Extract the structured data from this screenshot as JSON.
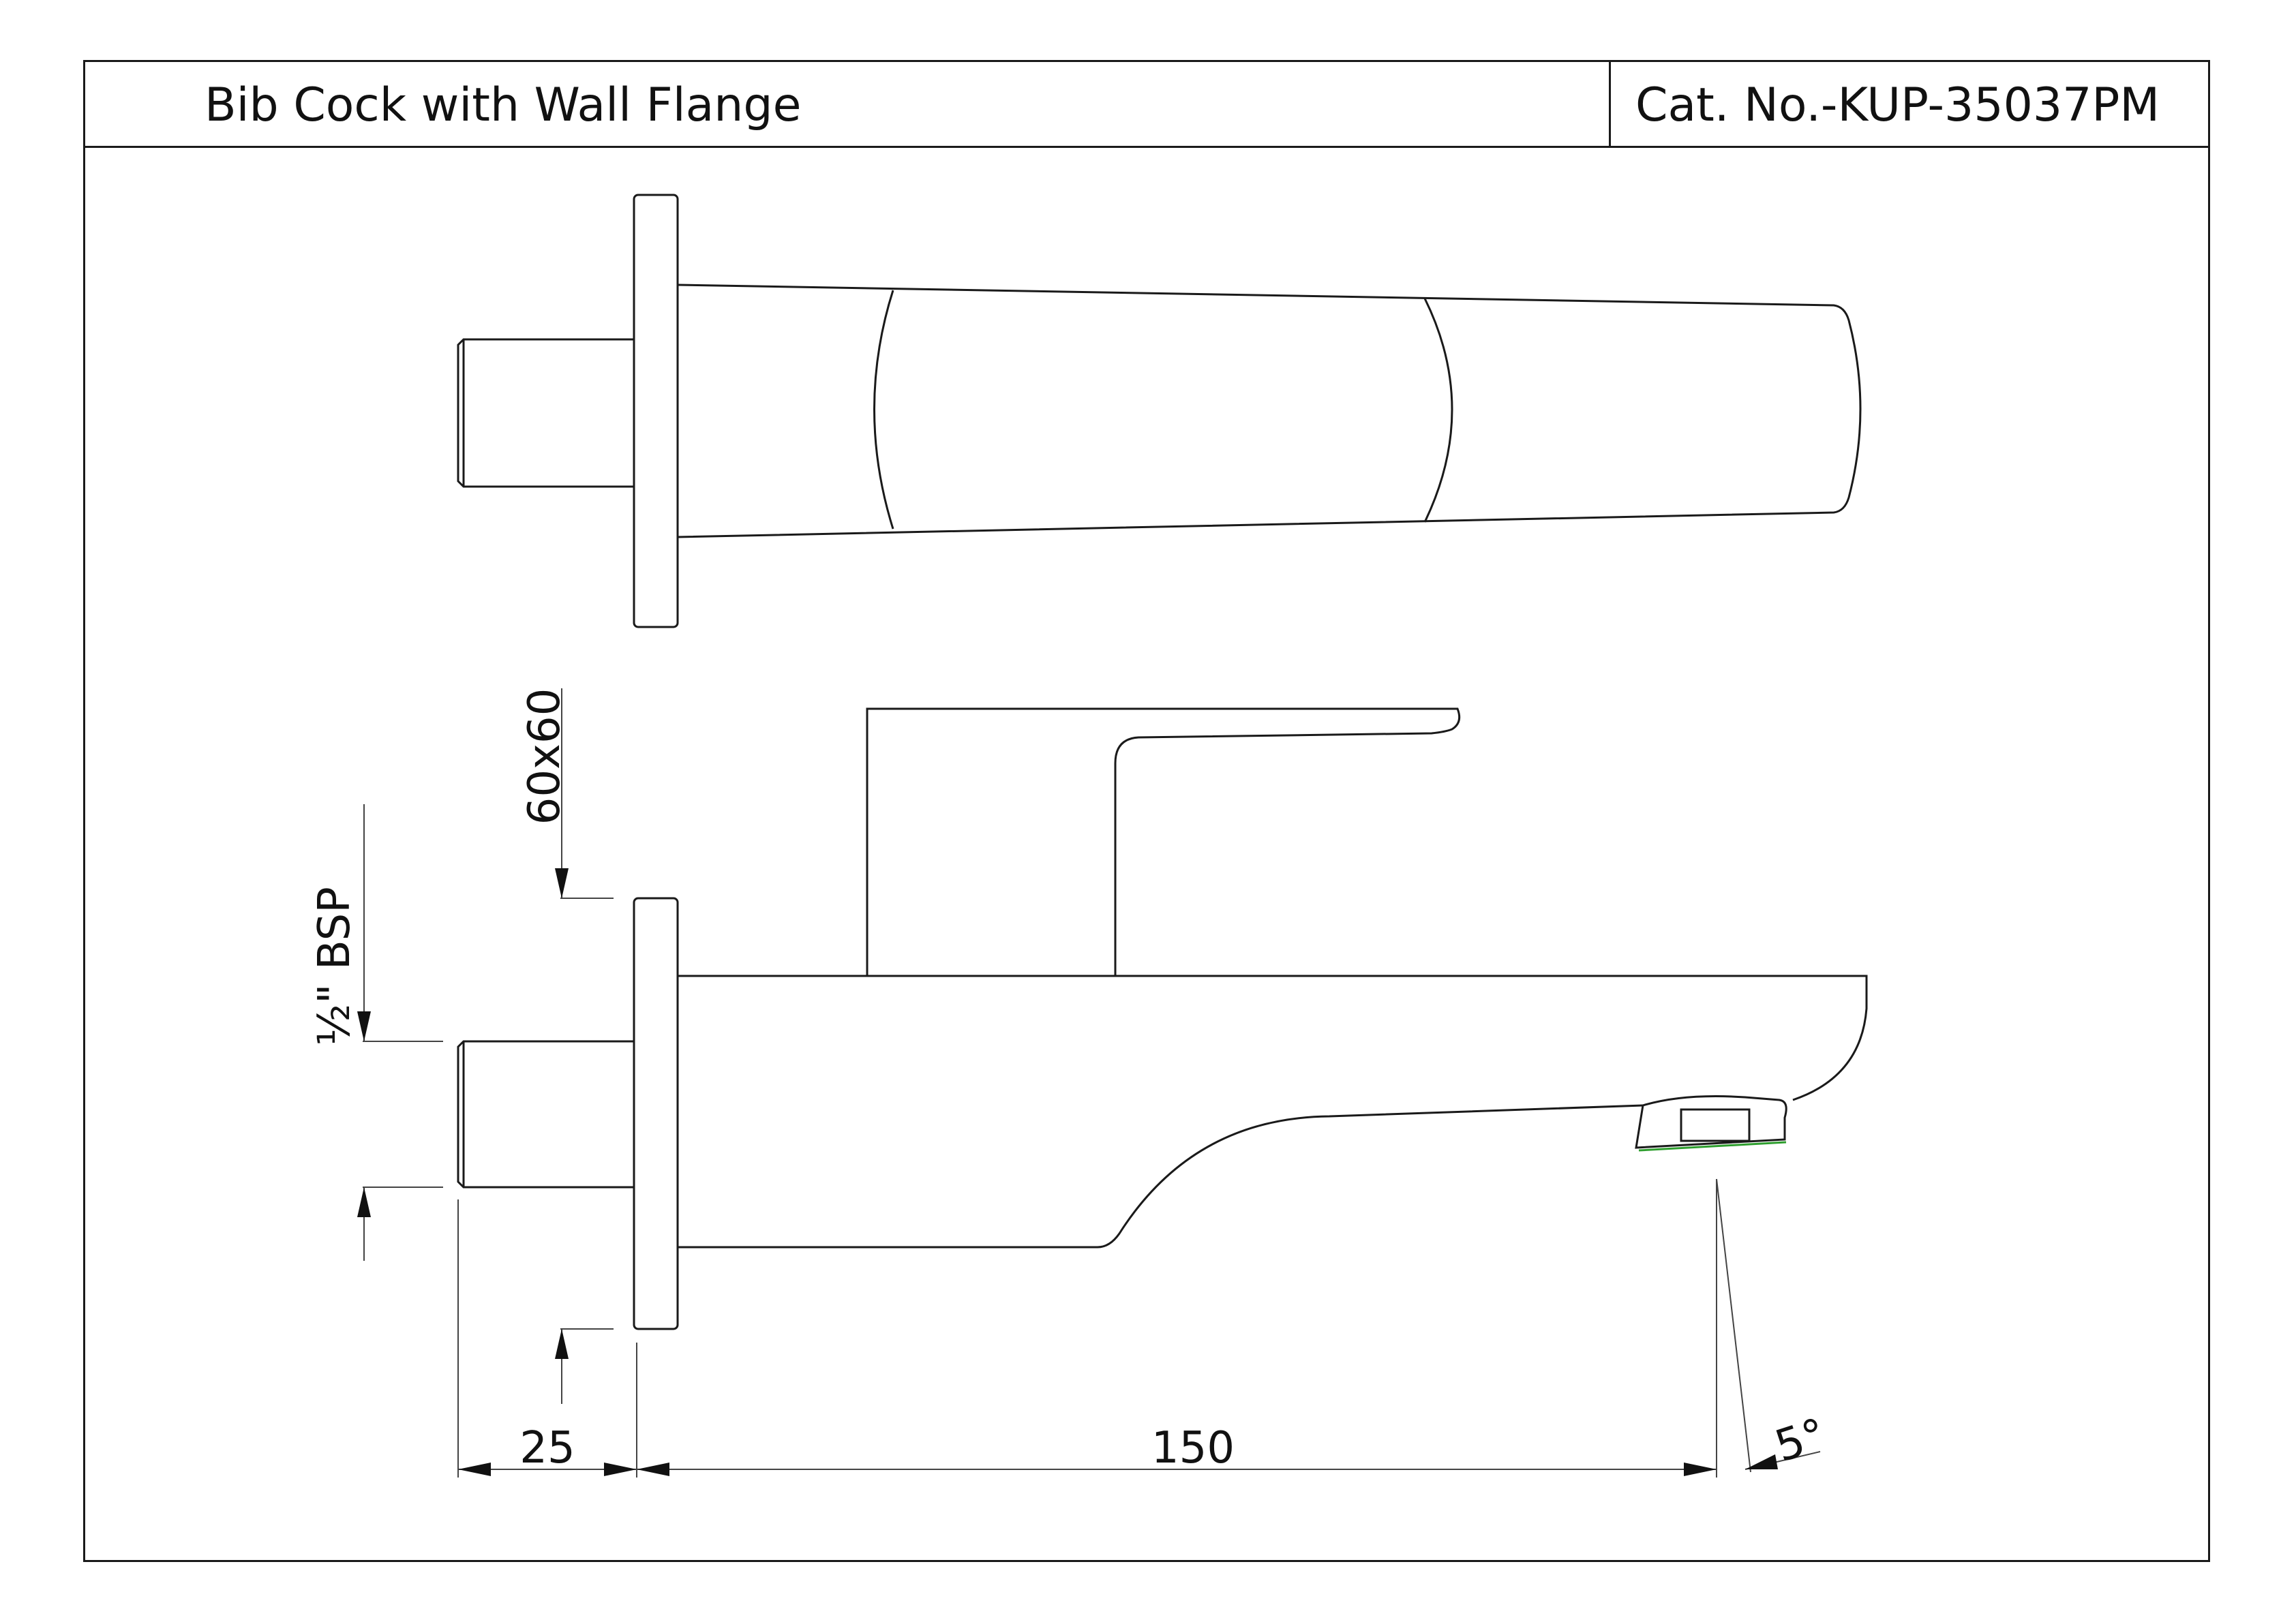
{
  "header": {
    "title": "Bib Cock with Wall Flange",
    "catalog_number": "Cat. No.-KUP-35037PM"
  },
  "dimensions": {
    "thread": "½\" BSP",
    "flange": "60x60",
    "thread_length": "25",
    "spout_projection": "150",
    "spout_angle": "5°"
  },
  "colors": {
    "line": "#1a1a1a",
    "aerator_accent": "#2e9e2e"
  }
}
